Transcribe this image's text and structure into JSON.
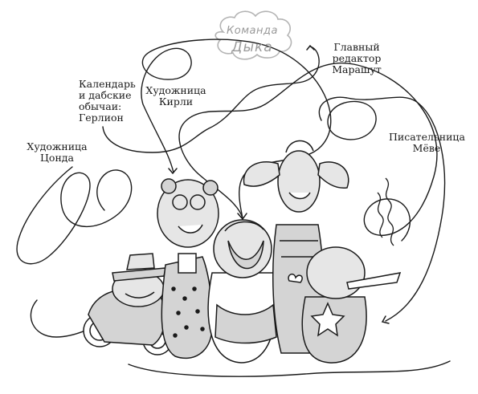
{
  "logo": {
    "line1": "Команда",
    "line2": "Дыка"
  },
  "labels": {
    "chief_editor": "Главный\nредактор\nМарашут",
    "calendar": "Календарь\nи дабские\nобычаи:\nГерлион",
    "artist_kirli": "Художница\nКирли",
    "artist_tsonda": "Художница\nЦонда",
    "writer_meve": "Писательница\nМёве"
  },
  "colors": {
    "ink": "#1a1a1a",
    "fill_gray": "#d4d4d4",
    "fill_light": "#e6e6e6",
    "logo_gray": "#9a9a9a"
  }
}
